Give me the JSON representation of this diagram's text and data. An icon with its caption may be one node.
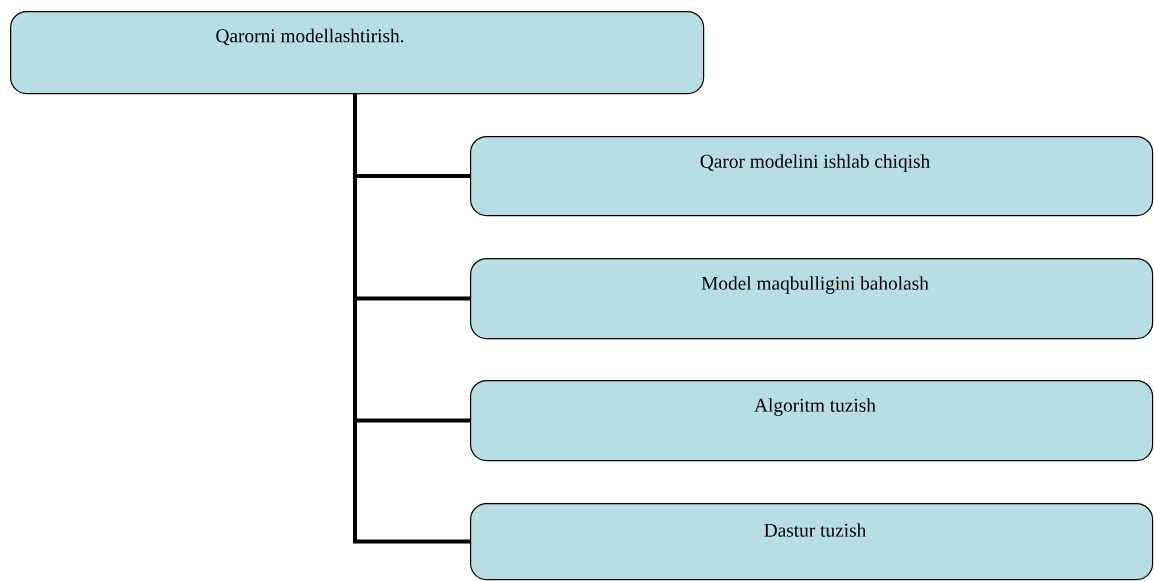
{
  "diagram": {
    "nodes": [
      {
        "text": [
          "Qarorni modellashtirish."
        ]
      },
      {
        "text": [
          "Qaror modelini ishlab chiqish"
        ]
      },
      {
        "text": [
          "Model maqbulligini baholash"
        ]
      },
      {
        "text": [
          "Algoritm tuzish"
        ]
      },
      {
        "text": [
          "Dastur tuzish"
        ]
      }
    ],
    "edges": [
      {
        "from": 0,
        "to": 1,
        "arrow": "none"
      },
      {
        "from": 0,
        "to": 2,
        "arrow": "none"
      },
      {
        "from": 0,
        "to": 3,
        "arrow": "none"
      },
      {
        "from": 0,
        "to": 4,
        "arrow": "none"
      }
    ]
  }
}
